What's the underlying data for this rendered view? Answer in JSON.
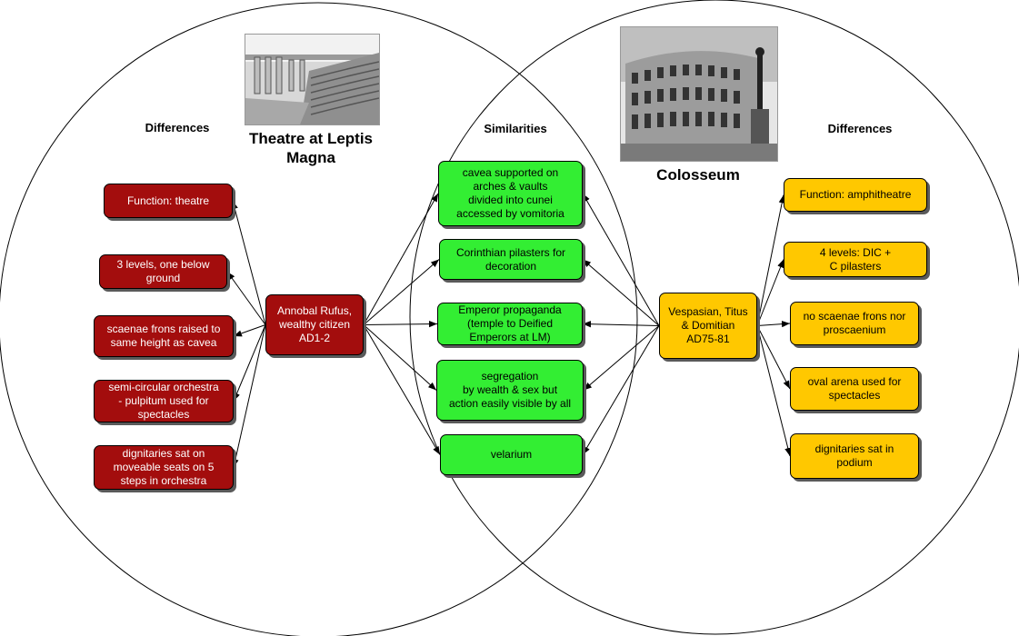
{
  "labels": {
    "left_differences": "Differences",
    "similarities": "Similarities",
    "right_differences": "Differences"
  },
  "titles": {
    "theatre": "Theatre at Leptis\nMagna",
    "colosseum": "Colosseum"
  },
  "theatre_hub": "Annobal Rufus,\nwealthy citizen\nAD1-2",
  "colosseum_hub": "Vespasian, Titus\n& Domitian\nAD75-81",
  "theatre_differences": [
    "Function: theatre",
    "3 levels, one below\nground",
    "scaenae frons raised to\nsame height as cavea",
    "semi-circular orchestra\n- pulpitum used for\nspectacles",
    "dignitaries sat on\nmoveable seats on 5\nsteps in orchestra"
  ],
  "similarities": [
    "cavea supported on\narches & vaults\ndivided into cunei\naccessed by vomitoria",
    "Corinthian pilasters for\ndecoration",
    "Emperor propaganda\n(temple to Deified\nEmperors at LM)",
    "segregation\nby wealth & sex  but\naction easily visible by all",
    "velarium"
  ],
  "colosseum_differences": [
    "Function: amphitheatre",
    "4 levels: DIC +\nC pilasters",
    "no scaenae frons nor\nproscaenium",
    "oval arena used for\nspectacles",
    "dignitaries sat in\npodium"
  ],
  "colors": {
    "red": "#a30d0d",
    "green": "#33ee33",
    "yellow": "#ffc800"
  },
  "images": {
    "theatre_photo": "theatre-photo",
    "colosseum_photo": "colosseum-photo"
  }
}
